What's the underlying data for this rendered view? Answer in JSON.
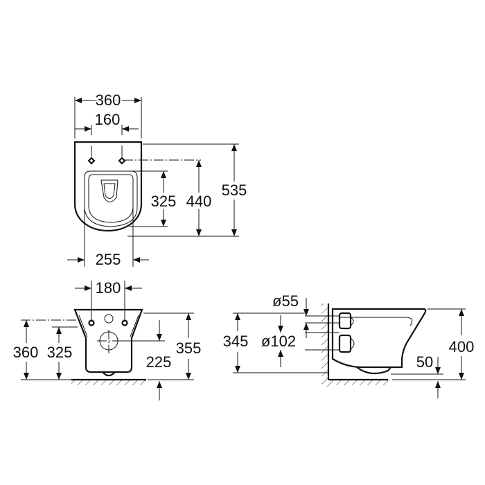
{
  "top_view": {
    "width_total": "360",
    "width_mounting": "160",
    "rim_width": "255",
    "mount_to_rim": "325",
    "mount_to_front": "440",
    "depth_total": "535"
  },
  "front_view": {
    "mounting_spacing": "180",
    "total_height": "360",
    "mount_height": "325",
    "waste_height": "225",
    "rim_height": "355"
  },
  "side_view": {
    "inlet_diameter": "ø55",
    "waste_diameter": "ø102",
    "waste_height": "345",
    "total_height": "400",
    "base_offset": "50"
  }
}
